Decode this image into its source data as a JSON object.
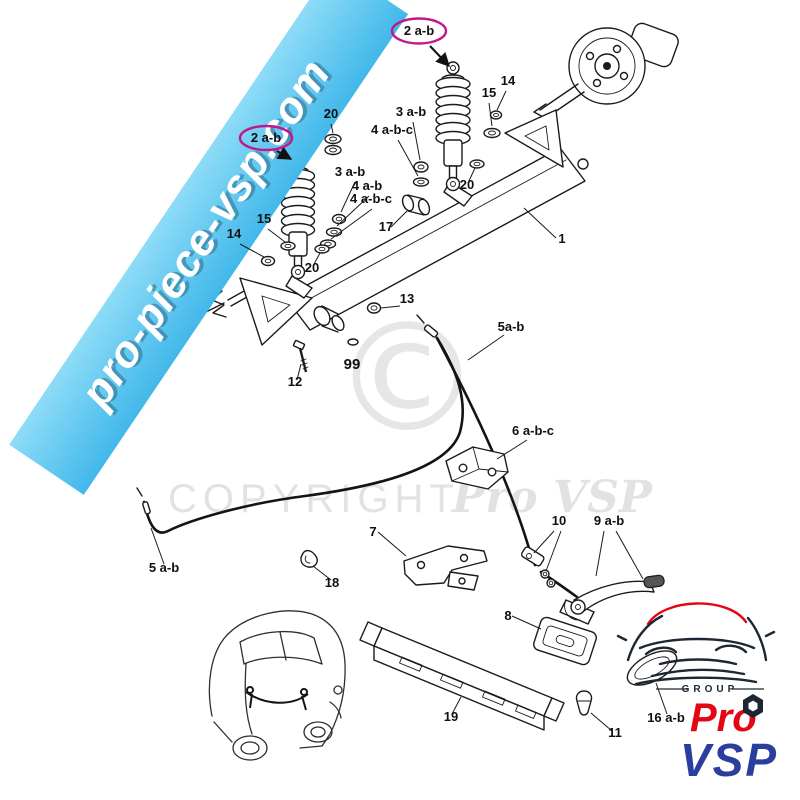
{
  "banner": {
    "text": "pro-piece-vsp.com"
  },
  "watermark": {
    "copyright": "COPYRIGHT",
    "brand": "Pro VSP",
    "symbol": "©"
  },
  "logo": {
    "group": "GROUP",
    "pro": "Pro",
    "vsp": "VSP"
  },
  "colors": {
    "banner_top": "#8edcf7",
    "banner_bottom": "#41b8ea",
    "banner_shadow": "#2e6d8d",
    "highlight": "#c0188c",
    "logo_red": "#e30613",
    "logo_blue": "#2b3e9e",
    "logo_dark": "#1d2633",
    "watermark": "#cfcfcf"
  },
  "callouts": [
    {
      "label": "2 a-b",
      "highlight": true
    },
    {
      "label": "2 a-b",
      "highlight": true
    },
    {
      "label": "20"
    },
    {
      "label": "3 a-b"
    },
    {
      "label": "4 a-b-c"
    },
    {
      "label": "15"
    },
    {
      "label": "14"
    },
    {
      "label": "3 a-b"
    },
    {
      "label": "4 a-b"
    },
    {
      "label": "4 a-b-c"
    },
    {
      "label": "15"
    },
    {
      "label": "14"
    },
    {
      "label": "20"
    },
    {
      "label": "20"
    },
    {
      "label": "17"
    },
    {
      "label": "1"
    },
    {
      "label": "13"
    },
    {
      "label": "99"
    },
    {
      "label": "12"
    },
    {
      "label": "5a-b"
    },
    {
      "label": "6 a-b-c"
    },
    {
      "label": "5 a-b"
    },
    {
      "label": "7"
    },
    {
      "label": "18"
    },
    {
      "label": "10"
    },
    {
      "label": "9 a-b"
    },
    {
      "label": "8"
    },
    {
      "label": "19"
    },
    {
      "label": "11"
    },
    {
      "label": "16 a-b"
    }
  ]
}
